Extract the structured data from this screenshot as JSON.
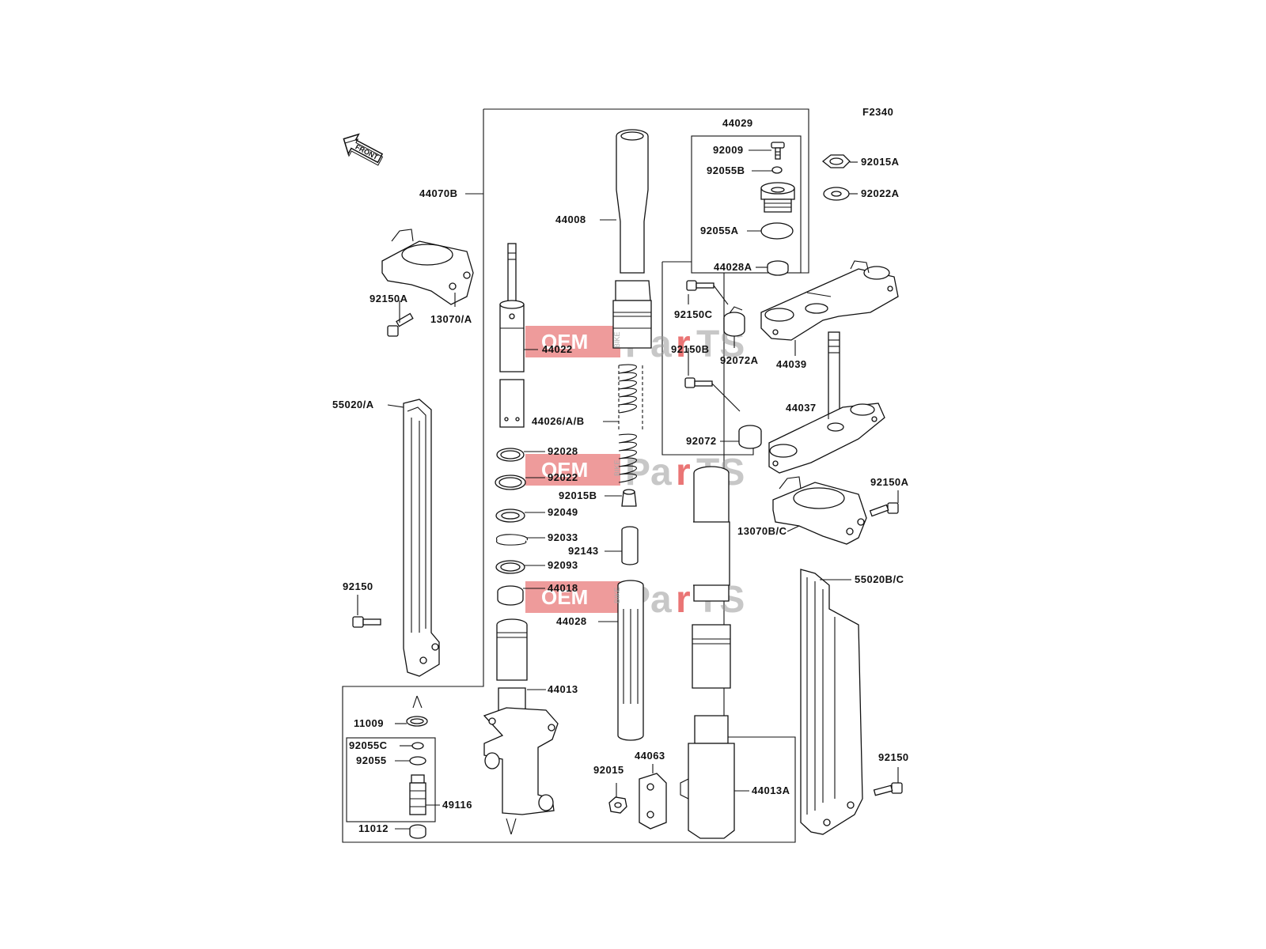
{
  "figure_code": "F2340",
  "front_label": "FRONT",
  "watermark": {
    "oem": "OEM",
    "pa": "Pa",
    "r": "r",
    "ts": "TS",
    "bike": "BIKE"
  },
  "labels": {
    "p44070B": "44070B",
    "p44029": "44029",
    "p92009": "92009",
    "p92055B": "92055B",
    "p92055A": "92055A",
    "p44028A": "44028A",
    "p92015A": "92015A",
    "p92022A": "92022A",
    "p92150A_top": "92150A",
    "p13070A": "13070/A",
    "p44008": "44008",
    "p44022": "44022",
    "p92150C": "92150C",
    "p92150B": "92150B",
    "p92072A": "92072A",
    "p44039": "44039",
    "p55020A": "55020/A",
    "p44026": "44026/A/B",
    "p44037": "44037",
    "p92072": "92072",
    "p92028": "92028",
    "p92022": "92022",
    "p92015B": "92015B",
    "p92049": "92049",
    "p92033": "92033",
    "p92143": "92143",
    "p92093": "92093",
    "p44018": "44018",
    "p44028": "44028",
    "p92150A_right": "92150A",
    "p13070BC": "13070B/C",
    "p55020BC": "55020B/C",
    "p92150_left": "92150",
    "p44013": "44013",
    "p11009": "11009",
    "p92055C": "92055C",
    "p92055": "92055",
    "p49116": "49116",
    "p11012": "11012",
    "p44063": "44063",
    "p92015": "92015",
    "p44013A": "44013A",
    "p92150_right": "92150"
  }
}
